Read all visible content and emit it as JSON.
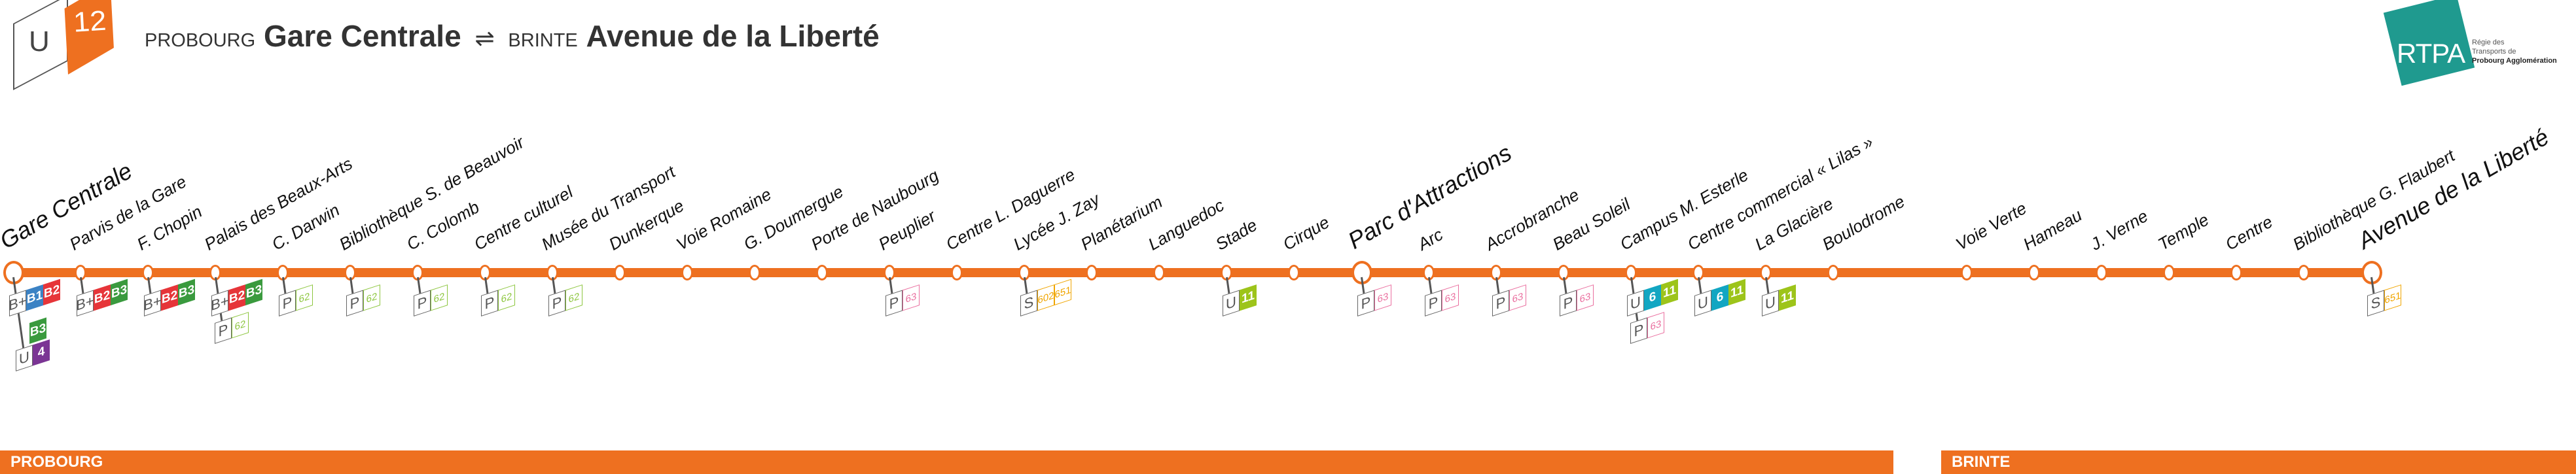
{
  "header": {
    "mode": "U",
    "line_number": "12",
    "origin_city": "PROBOURG",
    "origin_terminus": "Gare Centrale",
    "direction_symbol": "⇌",
    "dest_city": "BRINTE",
    "dest_terminus": "Avenue de la Liberté"
  },
  "operator": {
    "acronym": "RTPA",
    "line1": "Régie des",
    "line2": "Transports de",
    "line3": "Probourg Agglomération"
  },
  "colors": {
    "line": "#ee7020",
    "operator": "#1f9a8f"
  },
  "zones": [
    {
      "label": "PROBOURG"
    },
    {
      "label": "BRINTE"
    }
  ],
  "line_colors": {
    "B1": "#3b82c4",
    "B2": "#e63539",
    "B3": "#3a9a3e",
    "4": "#7b3594",
    "6": "#12a6c2",
    "11": "#9dc41a",
    "62": "#8dc63f",
    "63": "#ea6f9f",
    "602": "#f0a500",
    "651": "#f0a500"
  },
  "stations": [
    {
      "name": "Gare Centrale",
      "major": true,
      "connections": [
        {
          "mode": "B+",
          "lines": [
            "B1",
            "B2"
          ],
          "style": "fill"
        },
        {
          "mode": "",
          "lines": [
            "B3"
          ],
          "style": "fill"
        },
        {
          "mode": "U",
          "lines": [
            "4"
          ],
          "style": "fill"
        }
      ]
    },
    {
      "name": "Parvis de la Gare",
      "connections": [
        {
          "mode": "B+",
          "lines": [
            "B2",
            "B3"
          ],
          "style": "fill"
        }
      ]
    },
    {
      "name": "F. Chopin",
      "connections": [
        {
          "mode": "B+",
          "lines": [
            "B2",
            "B3"
          ],
          "style": "fill"
        }
      ]
    },
    {
      "name": "Palais des Beaux-Arts",
      "connections": [
        {
          "mode": "B+",
          "lines": [
            "B2",
            "B3"
          ],
          "style": "fill"
        },
        {
          "mode": "P",
          "lines": [
            "62"
          ],
          "style": "outline"
        }
      ]
    },
    {
      "name": "C. Darwin",
      "connections": [
        {
          "mode": "P",
          "lines": [
            "62"
          ],
          "style": "outline"
        }
      ]
    },
    {
      "name": "Bibliothèque S. de Beauvoir",
      "connections": [
        {
          "mode": "P",
          "lines": [
            "62"
          ],
          "style": "outline"
        }
      ]
    },
    {
      "name": "C. Colomb",
      "connections": [
        {
          "mode": "P",
          "lines": [
            "62"
          ],
          "style": "outline"
        }
      ]
    },
    {
      "name": "Centre culturel",
      "connections": [
        {
          "mode": "P",
          "lines": [
            "62"
          ],
          "style": "outline"
        }
      ]
    },
    {
      "name": "Musée du Transport",
      "connections": [
        {
          "mode": "P",
          "lines": [
            "62"
          ],
          "style": "outline"
        }
      ]
    },
    {
      "name": "Dunkerque",
      "connections": []
    },
    {
      "name": "Voie Romaine",
      "connections": []
    },
    {
      "name": "G. Doumergue",
      "connections": []
    },
    {
      "name": "Porte de Naubourg",
      "connections": []
    },
    {
      "name": "Peuplier",
      "connections": [
        {
          "mode": "P",
          "lines": [
            "63"
          ],
          "style": "outline"
        }
      ]
    },
    {
      "name": "Centre L. Daguerre",
      "connections": []
    },
    {
      "name": "Lycée J. Zay",
      "connections": [
        {
          "mode": "S",
          "lines": [
            "602",
            "651"
          ],
          "style": "outline"
        }
      ]
    },
    {
      "name": "Planétarium",
      "connections": []
    },
    {
      "name": "Languedoc",
      "connections": []
    },
    {
      "name": "Stade",
      "connections": [
        {
          "mode": "U",
          "lines": [
            "11"
          ],
          "style": "fill"
        }
      ]
    },
    {
      "name": "Cirque",
      "connections": []
    },
    {
      "name": "Parc d'Attractions",
      "major": true,
      "connections": [
        {
          "mode": "P",
          "lines": [
            "63"
          ],
          "style": "outline"
        }
      ]
    },
    {
      "name": "Arc",
      "connections": [
        {
          "mode": "P",
          "lines": [
            "63"
          ],
          "style": "outline"
        }
      ]
    },
    {
      "name": "Accrobranche",
      "connections": [
        {
          "mode": "P",
          "lines": [
            "63"
          ],
          "style": "outline"
        }
      ]
    },
    {
      "name": "Beau Soleil",
      "connections": [
        {
          "mode": "P",
          "lines": [
            "63"
          ],
          "style": "outline"
        }
      ]
    },
    {
      "name": "Campus M. Esterle",
      "connections": [
        {
          "mode": "U",
          "lines": [
            "6",
            "11"
          ],
          "style": "fill"
        },
        {
          "mode": "P",
          "lines": [
            "63"
          ],
          "style": "outline"
        }
      ]
    },
    {
      "name": "Centre commercial « Lilas »",
      "connections": [
        {
          "mode": "U",
          "lines": [
            "6",
            "11"
          ],
          "style": "fill"
        }
      ]
    },
    {
      "name": "La Glacière",
      "connections": [
        {
          "mode": "U",
          "lines": [
            "11"
          ],
          "style": "fill"
        }
      ]
    },
    {
      "name": "Boulodrome",
      "connections": []
    },
    {
      "name": "Voie Verte",
      "connections": []
    },
    {
      "name": "Hameau",
      "connections": []
    },
    {
      "name": "J. Verne",
      "connections": []
    },
    {
      "name": "Temple",
      "connections": []
    },
    {
      "name": "Centre",
      "connections": []
    },
    {
      "name": "Bibliothèque G. Flaubert",
      "connections": []
    },
    {
      "name": "Avenue de la Liberté",
      "major": true,
      "connections": [
        {
          "mode": "S",
          "lines": [
            "651"
          ],
          "style": "outline"
        }
      ]
    }
  ]
}
